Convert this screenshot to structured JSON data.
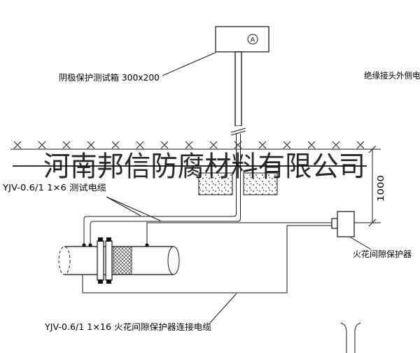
{
  "watermark": {
    "text": "河南邦信防腐材料有限公司"
  },
  "diagram": {
    "meter_symbol": "A",
    "labels": {
      "test_box": "阴极保护测试箱 300x200",
      "outer_cable": "绝缘接头外侧电缆",
      "test_cable": "YJV-0.6/1 1×6  测试电缆",
      "spark_gap": "火花间隙保护器",
      "spark_gap_cable": "YJV-0.6/1 1×16  火花间隙保护器连接电缆",
      "depth_dimension": "1000"
    }
  }
}
